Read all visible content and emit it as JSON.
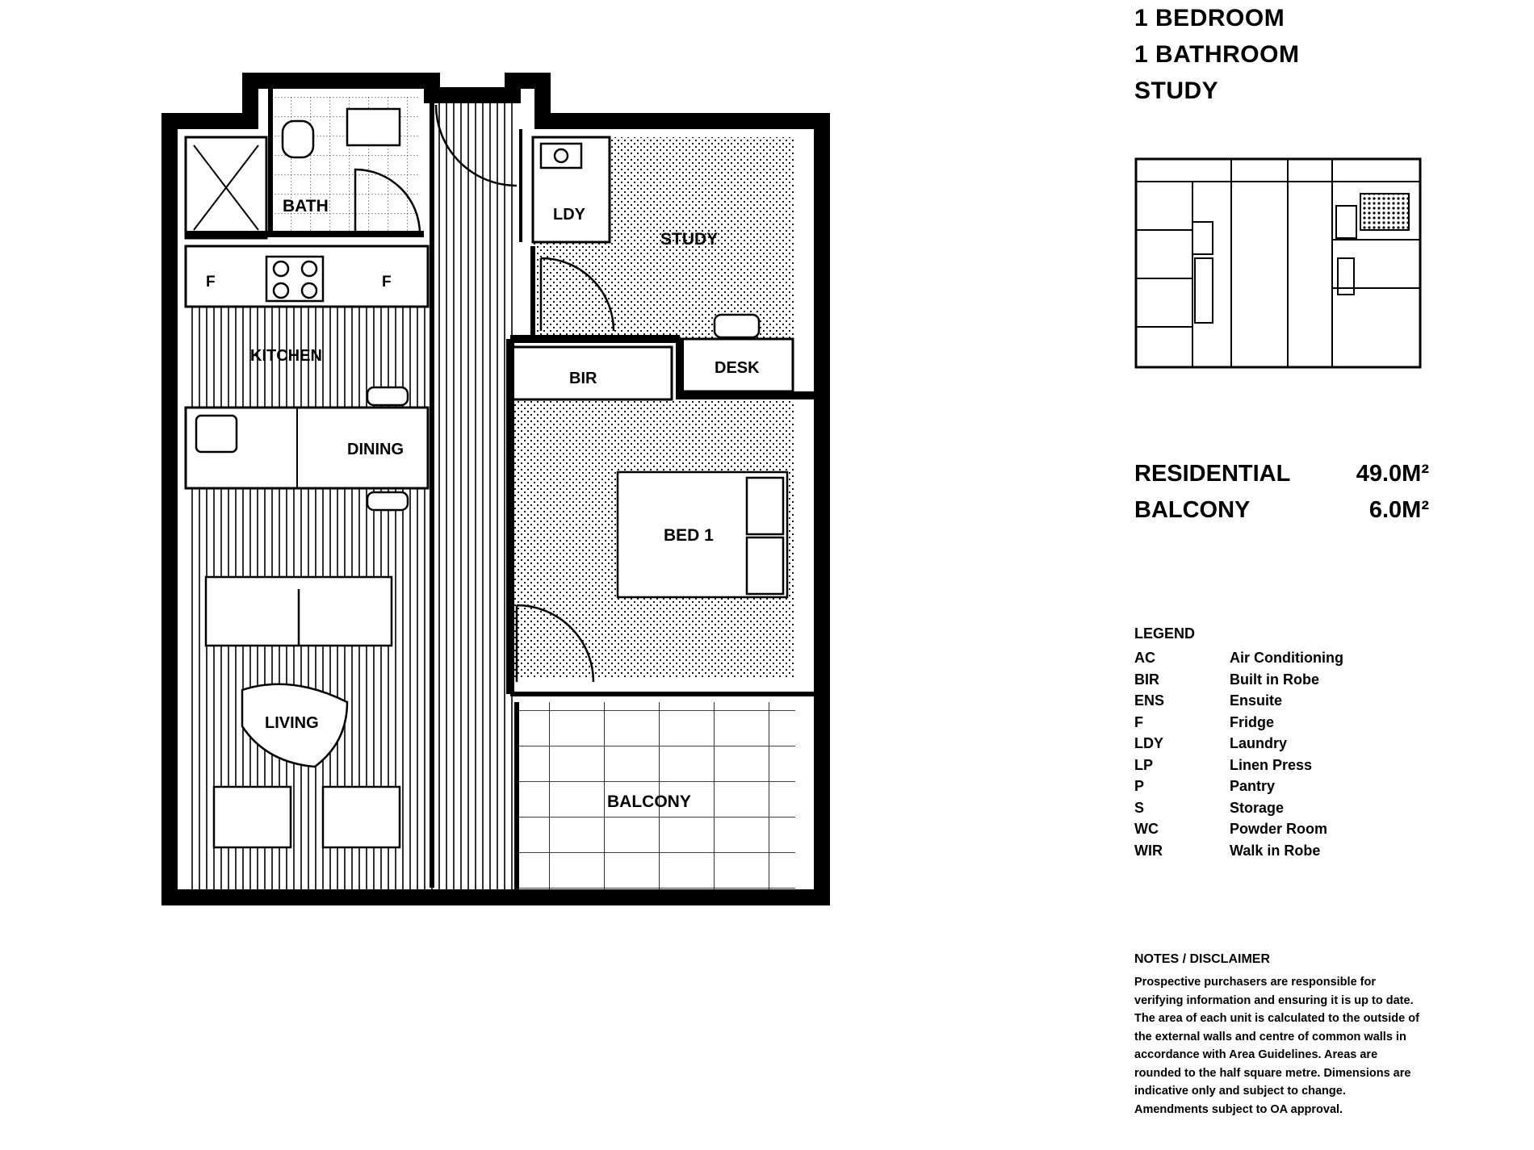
{
  "summary": {
    "bedrooms": "1 BEDROOM",
    "bathrooms": "1 BATHROOM",
    "extra": "STUDY"
  },
  "rooms": {
    "bath": "BATH",
    "ldy": "LDY",
    "study": "STUDY",
    "kitchen": "KITCHEN",
    "fridge1": "F",
    "fridge2": "F",
    "bir": "BIR",
    "desk": "DESK",
    "dining": "DINING",
    "bed": "BED 1",
    "living": "LIVING",
    "balcony": "BALCONY"
  },
  "areas": [
    {
      "label": "RESIDENTIAL",
      "value": "49.0M²"
    },
    {
      "label": "BALCONY",
      "value": "6.0M²"
    }
  ],
  "legend": {
    "title": "LEGEND",
    "items": [
      {
        "code": "AC",
        "desc": "Air Conditioning"
      },
      {
        "code": "BIR",
        "desc": "Built in Robe"
      },
      {
        "code": "ENS",
        "desc": "Ensuite"
      },
      {
        "code": "F",
        "desc": "Fridge"
      },
      {
        "code": "LDY",
        "desc": "Laundry"
      },
      {
        "code": "LP",
        "desc": "Linen Press"
      },
      {
        "code": "P",
        "desc": "Pantry"
      },
      {
        "code": "S",
        "desc": "Storage"
      },
      {
        "code": "WC",
        "desc": "Powder Room"
      },
      {
        "code": "WIR",
        "desc": "Walk in Robe"
      }
    ]
  },
  "notes": {
    "title": "NOTES / DISCLAIMER",
    "body": "Prospective purchasers are responsible for verifying information and ensuring it is up to date. The area of each unit is calculated to the outside of the external walls and centre of common walls in accordance with Area Guidelines. Areas are rounded to the half square metre. Dimensions are indicative only and subject to change. Amendments subject to OA approval."
  },
  "colors": {
    "ink": "#000000",
    "paper": "#ffffff"
  }
}
